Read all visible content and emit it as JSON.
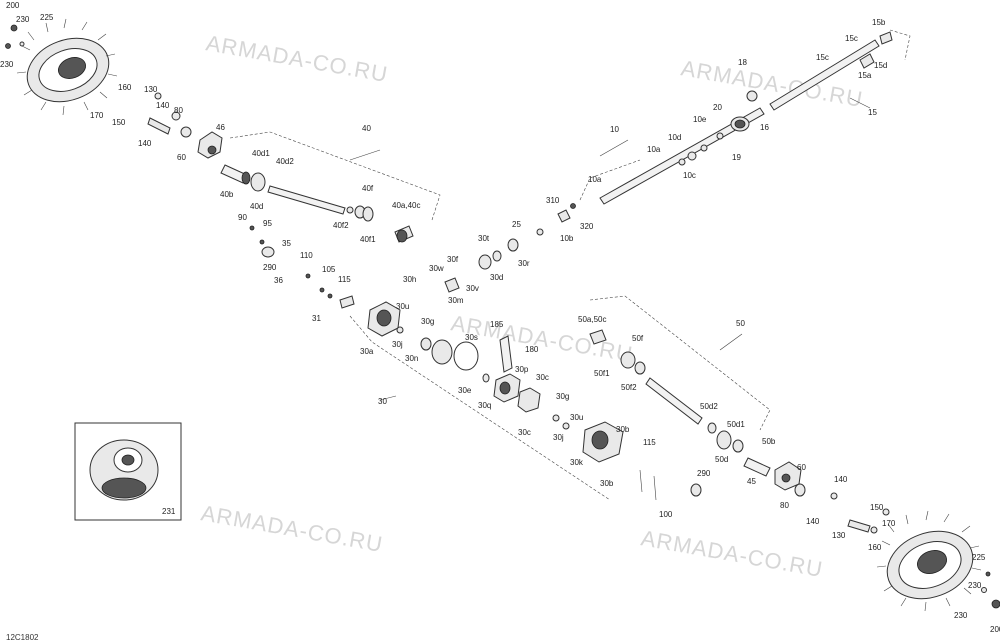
{
  "diagram": {
    "reference": "12C1802",
    "watermark": "ARMADA-CO.RU",
    "inset_label": "231",
    "labels": [
      "200",
      "230",
      "225",
      "230",
      "170",
      "160",
      "150",
      "130",
      "140",
      "80",
      "140",
      "60",
      "46",
      "40",
      "40d1",
      "40d2",
      "40b",
      "40d",
      "40f",
      "40f2",
      "40f1",
      "40a,40c",
      "90",
      "95",
      "35",
      "290",
      "36",
      "110",
      "105",
      "115",
      "31",
      "30u",
      "30g",
      "30j",
      "30n",
      "30a",
      "30s",
      "30e",
      "30q",
      "185",
      "180",
      "30p",
      "30c",
      "30g",
      "30u",
      "30j",
      "30c",
      "30k",
      "30b",
      "30b",
      "115",
      "100",
      "290",
      "30",
      "30f",
      "30t",
      "30w",
      "30h",
      "30m",
      "30v",
      "30d",
      "30r",
      "25",
      "310",
      "320",
      "10b",
      "10a",
      "10c",
      "10a",
      "10d",
      "10e",
      "10",
      "19",
      "20",
      "18",
      "16",
      "15",
      "15c",
      "15c",
      "15b",
      "15a",
      "15d",
      "50a,50c",
      "50",
      "50f",
      "50f1",
      "50f2",
      "50d2",
      "50d1",
      "50b",
      "50d",
      "45",
      "140",
      "150",
      "170",
      "80",
      "140",
      "130",
      "160",
      "60",
      "225",
      "230",
      "230",
      "200"
    ]
  }
}
